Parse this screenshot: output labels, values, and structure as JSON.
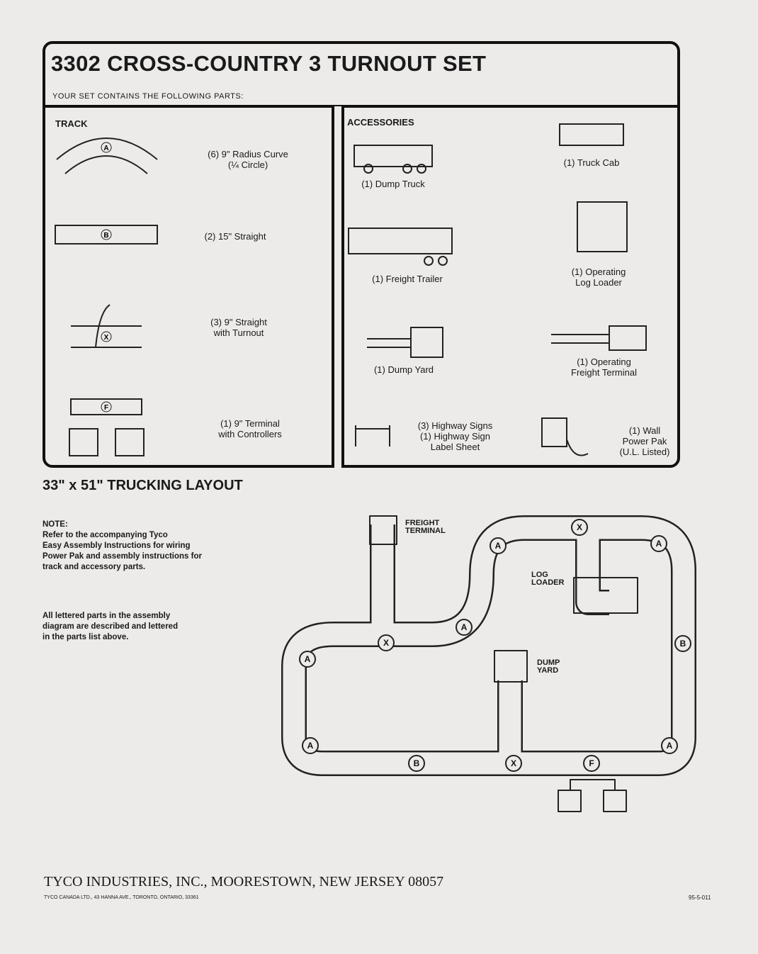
{
  "header": {
    "title": "3302 CROSS-COUNTRY 3 TURNOUT SET",
    "subtitle": "YOUR SET CONTAINS THE FOLLOWING PARTS:"
  },
  "track": {
    "heading": "TRACK",
    "items": [
      {
        "letter": "A",
        "label": "(6) 9\" Radius Curve",
        "sub": "(¼ Circle)"
      },
      {
        "letter": "B",
        "label": "(2) 15\" Straight",
        "sub": ""
      },
      {
        "letter": "X",
        "label": "(3) 9\" Straight",
        "sub": "with Turnout"
      },
      {
        "letter": "F",
        "label": "(1) 9\" Terminal",
        "sub": "with Controllers"
      }
    ]
  },
  "accessories": {
    "heading": "ACCESSORIES",
    "items": [
      {
        "label": "(1) Dump Truck",
        "sub": ""
      },
      {
        "label": "(1) Truck Cab",
        "sub": ""
      },
      {
        "label": "(1) Freight Trailer",
        "sub": ""
      },
      {
        "label": "(1) Operating",
        "sub": "Log Loader"
      },
      {
        "label": "(1) Dump Yard",
        "sub": ""
      },
      {
        "label": "(1) Operating",
        "sub": "Freight Terminal"
      },
      {
        "label": "(3) Highway Signs",
        "sub": "(1) Highway Sign",
        "sub2": "Label Sheet"
      },
      {
        "label": "(1) Wall",
        "sub": "Power Pak",
        "sub2": "(U.L. Listed)"
      }
    ]
  },
  "layout": {
    "title": "33\" x 51\" TRUCKING LAYOUT",
    "note_heading": "NOTE:",
    "note_lines": [
      "Refer to the accompanying Tyco",
      "Easy Assembly Instructions for wiring",
      "Power Pak and assembly instructions for",
      "track and accessory parts."
    ],
    "lettered_lines": [
      "All lettered parts in the assembly",
      "diagram are described and lettered",
      "in the parts list above."
    ],
    "labels": {
      "freight": "FREIGHT",
      "terminal": "TERMINAL",
      "log": "LOG",
      "loader": "LOADER",
      "dump": "DUMP",
      "yard": "YARD"
    }
  },
  "footer": {
    "company": "TYCO INDUSTRIES, INC., MOORESTOWN, NEW JERSEY 08057",
    "canada": "TYCO CANADA LTD., 43 HANNA AVE., TORONTO, ONTARIO, 33361",
    "code": "95-5-011"
  }
}
